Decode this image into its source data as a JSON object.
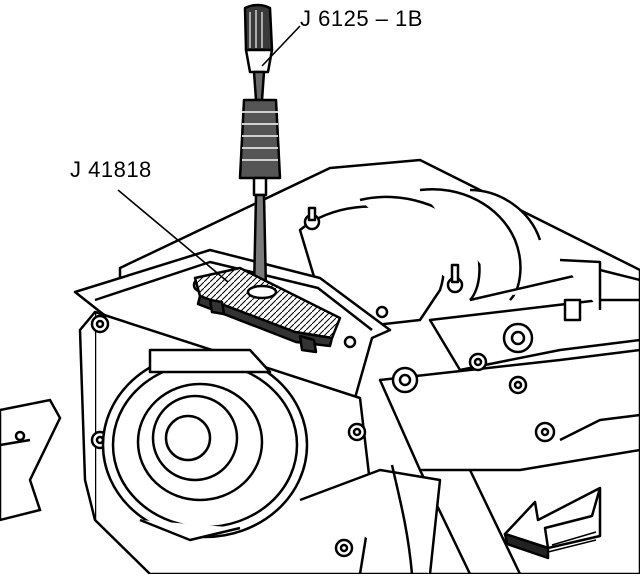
{
  "callouts": {
    "slide_hammer": "J 6125 – 1B",
    "remover_plate": "J 41818"
  },
  "direction_arrow": "front-arrow",
  "colors": {
    "ink": "#000000",
    "paper": "#ffffff",
    "shade": "#555555"
  }
}
